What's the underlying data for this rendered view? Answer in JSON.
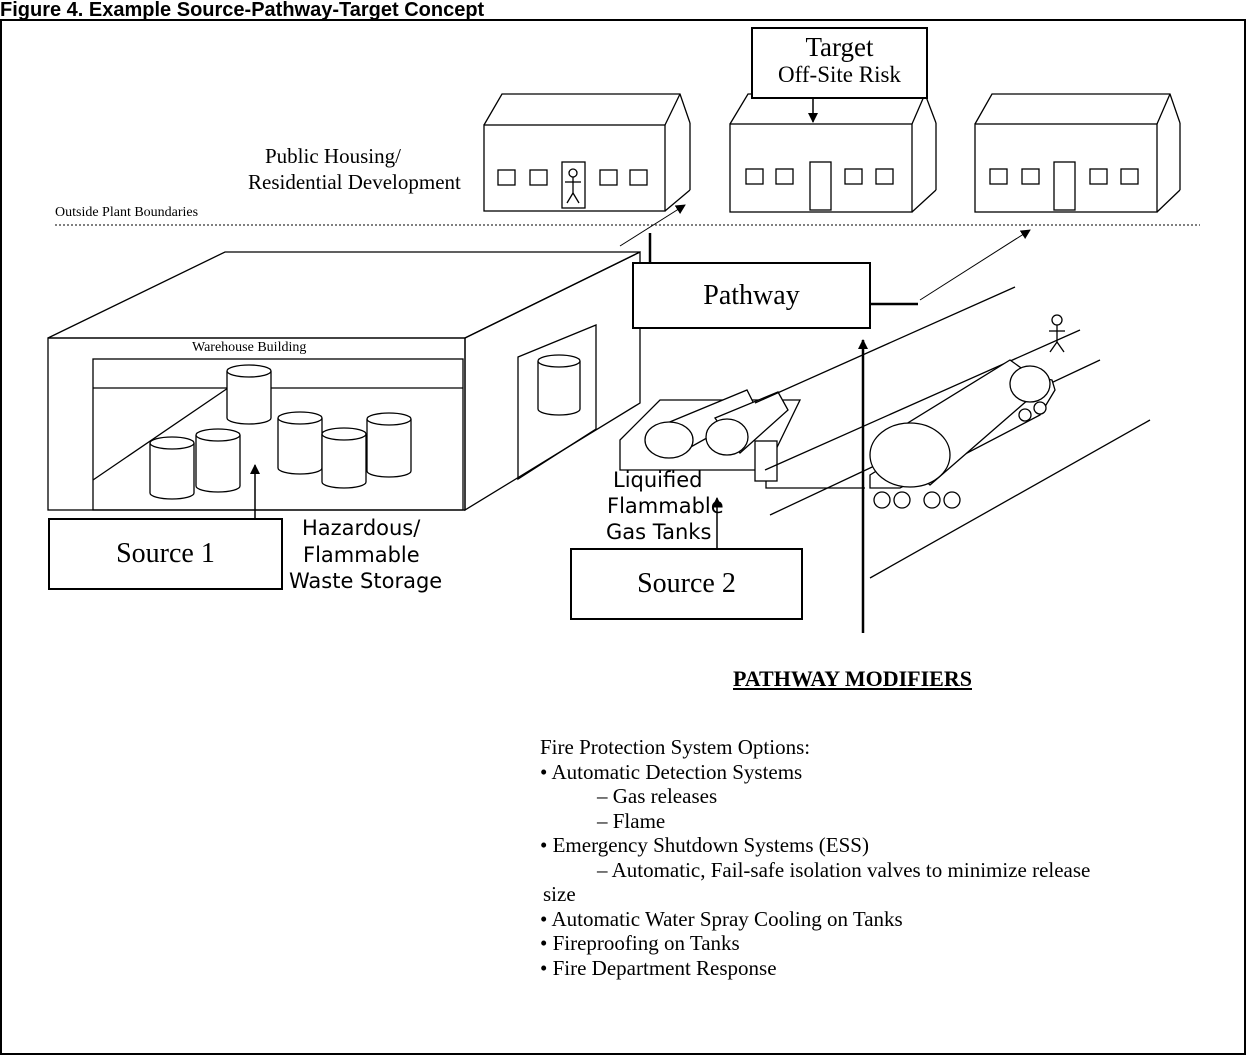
{
  "figure": {
    "title": "Figure 4. Example Source-Pathway-Target Concept",
    "labels": {
      "public_housing_line1": "Public Housing/",
      "public_housing_line2": "Residential Development",
      "outside_plant": "Outside Plant Boundaries",
      "warehouse": "Warehouse Building",
      "hazardous_line1": "Hazardous/",
      "hazardous_line2": "Flammable",
      "hazardous_line3": "Waste Storage",
      "liquified_line1": "Liquified",
      "liquified_line2": "Flammable",
      "liquified_line3": "Gas Tanks"
    },
    "boxes": {
      "target_line1": "Target",
      "target_line2": "Off-Site Risk",
      "pathway": "Pathway",
      "source1": "Source 1",
      "source2": "Source 2"
    },
    "modifiers": {
      "heading": "PATHWAY MODIFIERS",
      "intro": "Fire Protection System Options:",
      "items": [
        "• Automatic Detection Systems",
        "– Gas releases",
        "– Flame",
        "• Emergency Shutdown Systems (ESS)",
        "– Automatic, Fail-safe isolation valves to minimize release",
        "size",
        "• Automatic Water Spray Cooling on Tanks",
        "• Fireproofing on Tanks",
        "• Fire Department Response"
      ]
    }
  }
}
